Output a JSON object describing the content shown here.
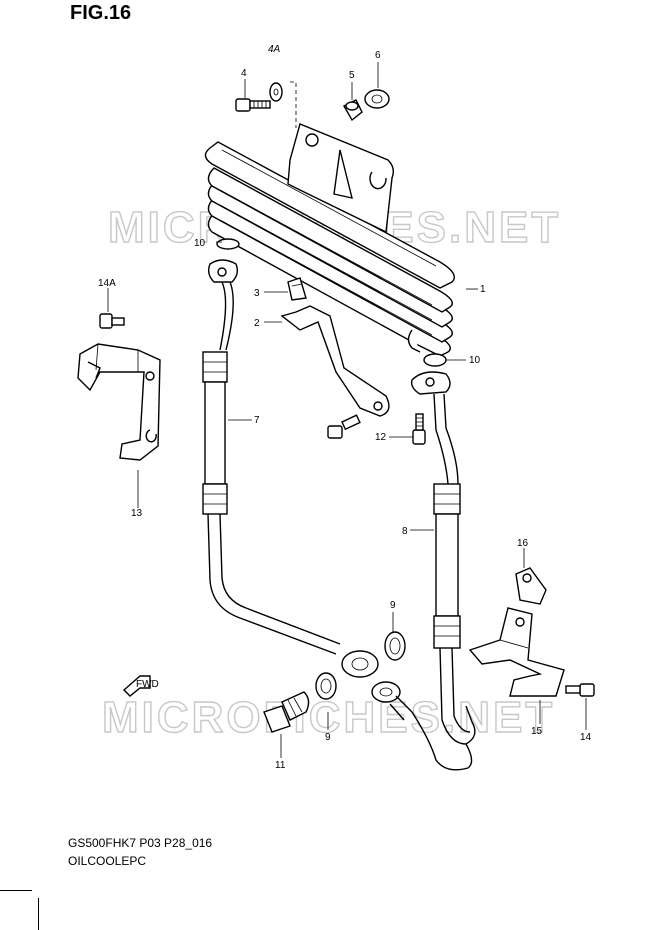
{
  "figure_title": "FIG.16",
  "model_code": "GS500FHK7 P03 P28_016",
  "section_title": "OILCOOLEPC",
  "watermark": "MICROFICHES.NET",
  "front_arrow_label": "FWD",
  "callouts": {
    "p1": "1",
    "p2": "2",
    "p3": "3",
    "p4": "4",
    "p4a": "4A",
    "p5": "5",
    "p6": "6",
    "p7": "7",
    "p8": "8",
    "p9a": "9",
    "p9b": "9",
    "p10a": "10",
    "p10b": "10",
    "p11": "11",
    "p12": "12",
    "p13": "13",
    "p14": "14",
    "p14a": "14A",
    "p15": "15",
    "p16": "16"
  }
}
